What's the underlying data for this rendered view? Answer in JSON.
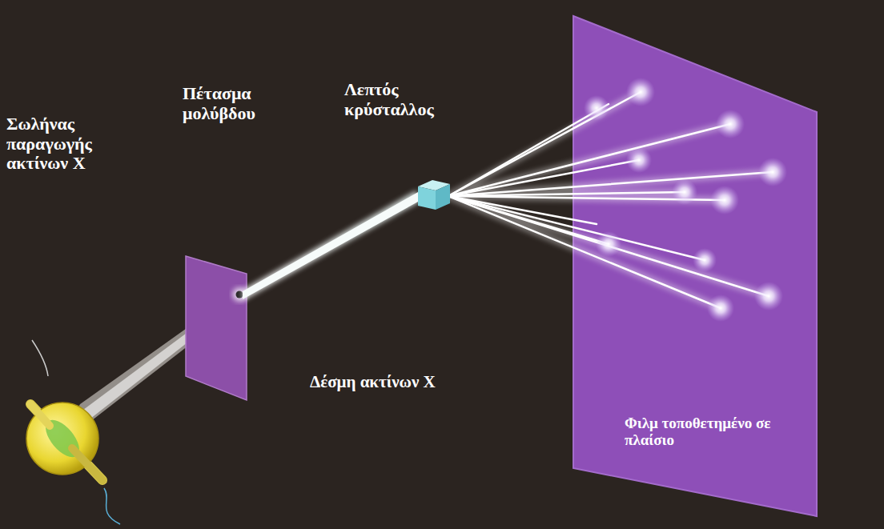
{
  "diagram": {
    "labels": [
      "Σωλήνας παραγωγής ακτίνων Χ",
      "Πέτασμα μολύβδου",
      "Λεπτός κρύσταλλος",
      "Δέσμη ακτίνων Χ",
      "Φιλμ τοποθετημένο σε πλαίσιο"
    ]
  }
}
